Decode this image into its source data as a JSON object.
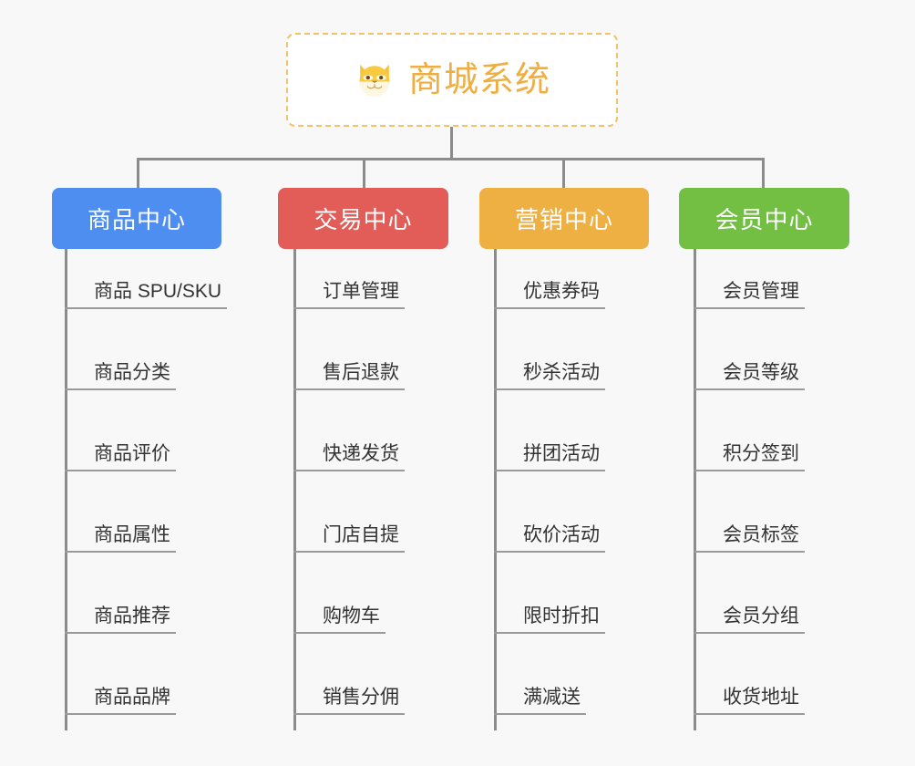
{
  "diagram": {
    "title": "商城系统",
    "background_color": "#f8f8f8",
    "root": {
      "label": "商城系统",
      "icon": "dog-face-icon",
      "text_color": "#efae3f",
      "border_color": "#f0c368",
      "background_color": "#ffffff"
    },
    "branches": [
      {
        "label": "商品中心",
        "color": "#4d8ef0",
        "items": [
          "商品 SPU/SKU",
          "商品分类",
          "商品评价",
          "商品属性",
          "商品推荐",
          "商品品牌"
        ]
      },
      {
        "label": "交易中心",
        "color": "#e25c58",
        "items": [
          "订单管理",
          "售后退款",
          "快递发货",
          "门店自提",
          "购物车",
          "销售分佣"
        ]
      },
      {
        "label": "营销中心",
        "color": "#eeaf43",
        "items": [
          "优惠券码",
          "秒杀活动",
          "拼团活动",
          "砍价活动",
          "限时折扣",
          "满减送"
        ]
      },
      {
        "label": "会员中心",
        "color": "#72bf44",
        "items": [
          "会员管理",
          "会员等级",
          "积分签到",
          "会员标签",
          "会员分组",
          "收货地址"
        ]
      }
    ],
    "connector_color": "#8c8c8c",
    "leaf_text_color": "#333333",
    "leaf_rule_color": "#9a9a9a"
  }
}
